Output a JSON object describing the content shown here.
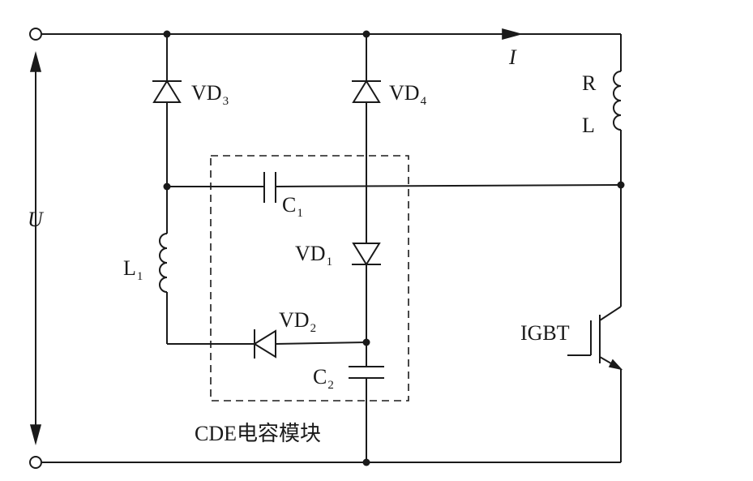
{
  "labels": {
    "vd3": {
      "main": "VD",
      "sub": "3"
    },
    "vd4": {
      "main": "VD",
      "sub": "4"
    },
    "vd1": {
      "main": "VD",
      "sub": "1"
    },
    "vd2": {
      "main": "VD",
      "sub": "2"
    },
    "c1": {
      "main": "C",
      "sub": "1"
    },
    "c2": {
      "main": "C",
      "sub": "2"
    },
    "l1": {
      "main": "L",
      "sub": "1"
    },
    "r": "R",
    "l": "L",
    "current": "I",
    "voltage": "U",
    "igbt": "IGBT",
    "module": "CDE电容模块"
  }
}
